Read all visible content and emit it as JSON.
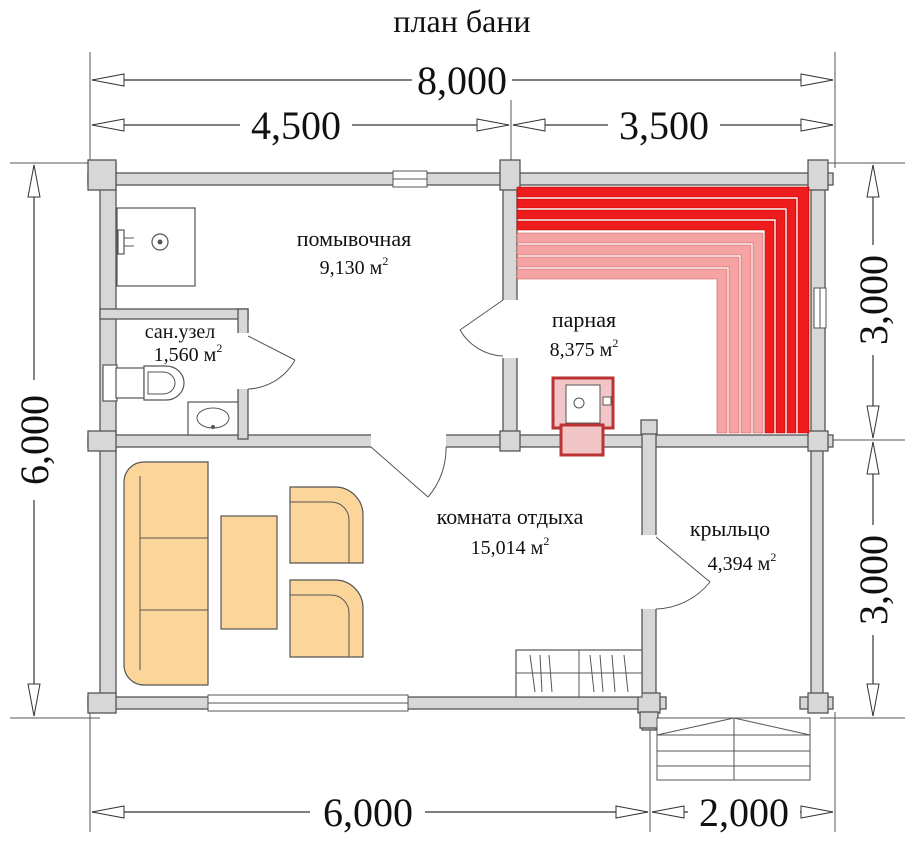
{
  "title": "план бани",
  "dimensions": {
    "overall_width": "8,000",
    "left_width": "4,500",
    "right_width": "3,500",
    "bottom_main": "6,000",
    "bottom_porch": "2,000",
    "height_total": "6,000",
    "right_upper": "3,000",
    "right_lower": "3,000"
  },
  "rooms": {
    "washroom": {
      "name": "помывочная",
      "area": "9,130 м",
      "unit_sup": "2"
    },
    "wc": {
      "name": "сан.узел",
      "area": "1,560 м",
      "unit_sup": "2"
    },
    "steam": {
      "name": "парная",
      "area": "8,375 м",
      "unit_sup": "2"
    },
    "lounge": {
      "name": "комната отдыха",
      "area": "15,014 м",
      "unit_sup": "2"
    },
    "porch": {
      "name": "крыльцо",
      "area": "4,394 м",
      "unit_sup": "2"
    }
  },
  "colors": {
    "wall": "#d7d7d7",
    "furniture": "#fbd59a",
    "bench_red": "#ee1c1c",
    "bench_pink": "#f5a3a3",
    "stove": "#f2c6c6"
  }
}
